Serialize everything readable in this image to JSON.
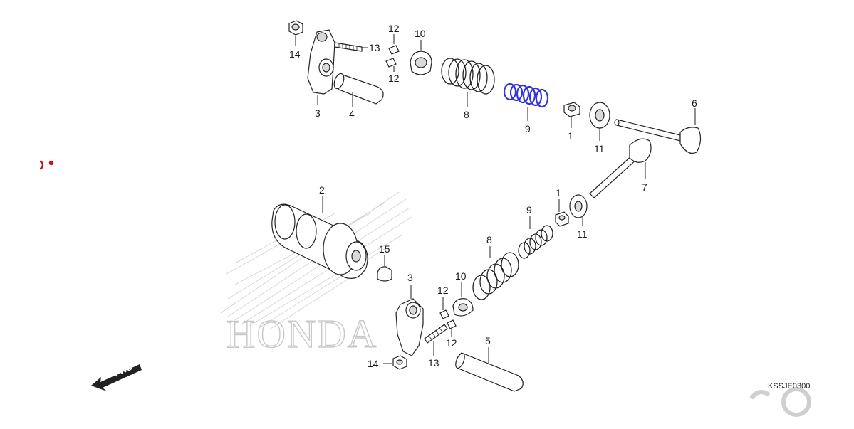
{
  "diagram": {
    "diagram_code": "KSSJE0300",
    "direction_label": "FWD",
    "watermark_text": "HONDA",
    "highlight_color": "#3333dd",
    "parts": [
      {
        "id": "p1a",
        "number": "1"
      },
      {
        "id": "p1b",
        "number": "1"
      },
      {
        "id": "p2",
        "number": "2"
      },
      {
        "id": "p3a",
        "number": "3"
      },
      {
        "id": "p3b",
        "number": "3"
      },
      {
        "id": "p4",
        "number": "4"
      },
      {
        "id": "p5",
        "number": "5"
      },
      {
        "id": "p6",
        "number": "6"
      },
      {
        "id": "p7",
        "number": "7"
      },
      {
        "id": "p8a",
        "number": "8"
      },
      {
        "id": "p8b",
        "number": "8"
      },
      {
        "id": "p9a",
        "number": "9",
        "highlighted": true
      },
      {
        "id": "p9b",
        "number": "9"
      },
      {
        "id": "p10a",
        "number": "10"
      },
      {
        "id": "p10b",
        "number": "10"
      },
      {
        "id": "p11a",
        "number": "11"
      },
      {
        "id": "p11b",
        "number": "11"
      },
      {
        "id": "p12a",
        "number": "12"
      },
      {
        "id": "p12b",
        "number": "12"
      },
      {
        "id": "p12c",
        "number": "12"
      },
      {
        "id": "p12d",
        "number": "12"
      },
      {
        "id": "p13a",
        "number": "13"
      },
      {
        "id": "p13b",
        "number": "13"
      },
      {
        "id": "p14a",
        "number": "14"
      },
      {
        "id": "p14b",
        "number": "14"
      },
      {
        "id": "p15",
        "number": "15"
      }
    ]
  }
}
